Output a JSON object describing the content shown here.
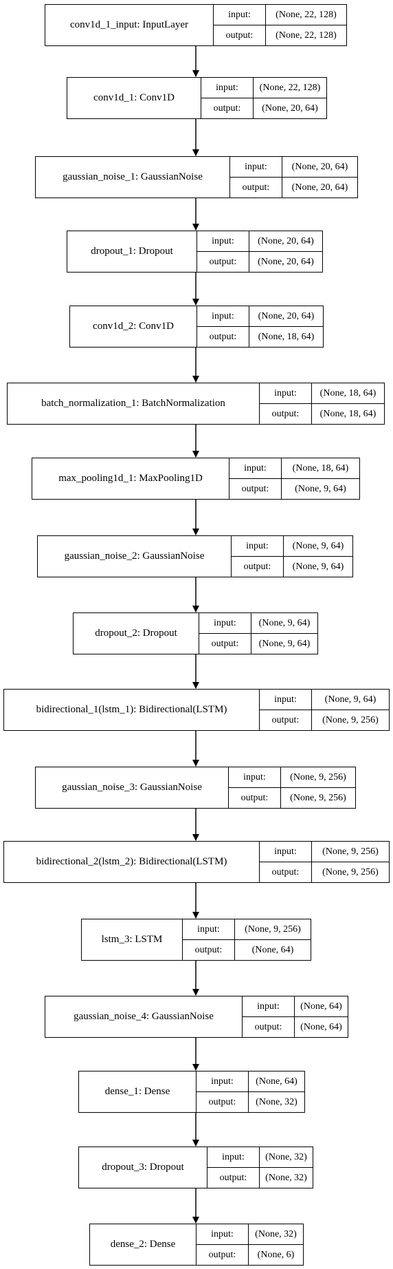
{
  "io_labels": {
    "input": "input:",
    "output": "output:"
  },
  "layers": [
    {
      "name": "conv1d_1_input: InputLayer",
      "input": "(None, 22, 128)",
      "output": "(None, 22, 128)"
    },
    {
      "name": "conv1d_1: Conv1D",
      "input": "(None, 22, 128)",
      "output": "(None, 20, 64)"
    },
    {
      "name": "gaussian_noise_1: GaussianNoise",
      "input": "(None, 20, 64)",
      "output": "(None, 20, 64)"
    },
    {
      "name": "dropout_1: Dropout",
      "input": "(None, 20, 64)",
      "output": "(None, 20, 64)"
    },
    {
      "name": "conv1d_2: Conv1D",
      "input": "(None, 20, 64)",
      "output": "(None, 18, 64)"
    },
    {
      "name": "batch_normalization_1: BatchNormalization",
      "input": "(None, 18, 64)",
      "output": "(None, 18, 64)"
    },
    {
      "name": "max_pooling1d_1: MaxPooling1D",
      "input": "(None, 18, 64)",
      "output": "(None, 9, 64)"
    },
    {
      "name": "gaussian_noise_2: GaussianNoise",
      "input": "(None, 9, 64)",
      "output": "(None, 9, 64)"
    },
    {
      "name": "dropout_2: Dropout",
      "input": "(None, 9, 64)",
      "output": "(None, 9, 64)"
    },
    {
      "name": "bidirectional_1(lstm_1): Bidirectional(LSTM)",
      "input": "(None, 9, 64)",
      "output": "(None, 9, 256)"
    },
    {
      "name": "gaussian_noise_3: GaussianNoise",
      "input": "(None, 9, 256)",
      "output": "(None, 9, 256)"
    },
    {
      "name": "bidirectional_2(lstm_2): Bidirectional(LSTM)",
      "input": "(None, 9, 256)",
      "output": "(None, 9, 256)"
    },
    {
      "name": "lstm_3: LSTM",
      "input": "(None, 9, 256)",
      "output": "(None, 64)"
    },
    {
      "name": "gaussian_noise_4: GaussianNoise",
      "input": "(None, 64)",
      "output": "(None, 64)"
    },
    {
      "name": "dense_1: Dense",
      "input": "(None, 64)",
      "output": "(None, 32)"
    },
    {
      "name": "dropout_3: Dropout",
      "input": "(None, 32)",
      "output": "(None, 32)"
    },
    {
      "name": "dense_2: Dense",
      "input": "(None, 32)",
      "output": "(None, 6)"
    }
  ]
}
